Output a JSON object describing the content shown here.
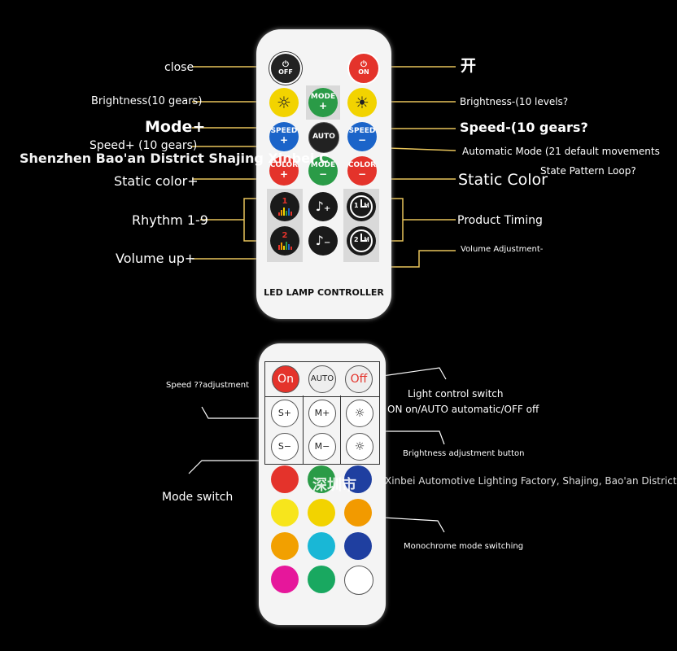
{
  "colors": {
    "label_line": "#e8c45a",
    "background": "#000000",
    "remote": "#f4f4f4"
  },
  "remote1": {
    "footer": "LED LAMP CONTROLLER",
    "buttons": {
      "off": "OFF",
      "on": "ON",
      "mode_plus_a": "MODE",
      "mode_plus_b": "+",
      "speed_plus_a": "SPEED",
      "speed_plus_b": "+",
      "auto": "AUTO",
      "speed_minus_a": "SPEED",
      "speed_minus_b": "−",
      "color_plus_a": "COLOR",
      "color_plus_b": "+",
      "mode_minus_a": "MODE",
      "mode_minus_b": "−",
      "color_minus_a": "COLOR",
      "color_minus_b": "−",
      "rhythm1": "1",
      "rhythm2": "2",
      "timer1": "1",
      "timer2": "2",
      "timer_h": "H"
    },
    "labels": {
      "close": "close",
      "on": "开",
      "brightness_plus": "Brightness(10 gears)",
      "brightness_minus": "Brightness-(10 levels?",
      "mode_plus": "Mode+",
      "speed_minus": "Speed-(10 gears?",
      "speed_plus": "Speed+ (10 gears)",
      "automatic_mode": "Automatic Mode (21 default movements",
      "state_loop": "State Pattern Loop?",
      "static_color_plus": "Static color+",
      "static_color": "Static Color",
      "rhythm": "Rhythm 1-9",
      "product_timing": "Product Timing",
      "volume_up": "Volume up+",
      "volume_adjust": "Volume Adjustment-"
    },
    "watermark": "Shenzhen Bao'an District Shajing Xinbei C"
  },
  "remote2": {
    "buttons": {
      "on": "On",
      "auto": "AUTO",
      "off": "Off",
      "s_plus": "S+",
      "m_plus": "M+",
      "s_minus": "S−",
      "m_minus": "M−"
    },
    "labels": {
      "speed_adjust": "Speed ??adjustment",
      "light_control_1": "Light control switch",
      "light_control_2": "ON on/AUTO automatic/OFF off",
      "brightness_button": "Brightness adjustment button",
      "mode_switch": "Mode switch",
      "monochrome": "Monochrome mode switching"
    },
    "watermark_cn": "深圳市",
    "watermark_en": "Xinbei Automotive Lighting Factory, Shajing, Bao'an District"
  }
}
